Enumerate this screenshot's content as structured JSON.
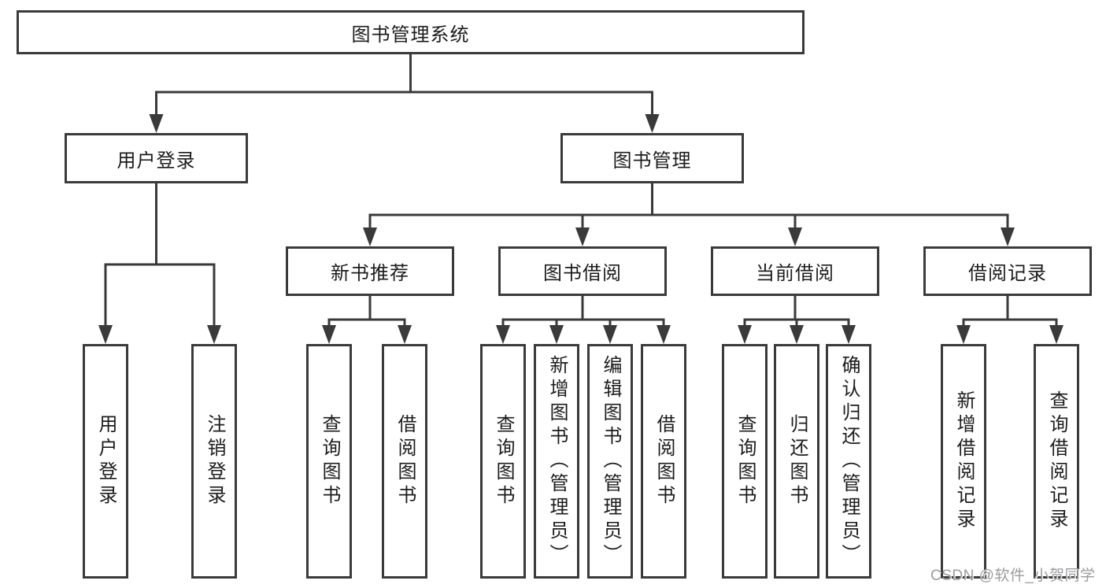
{
  "diagram": {
    "title": "图书管理系统",
    "tree": {
      "label": "图书管理系统",
      "children": [
        {
          "label": "用户登录",
          "children": [
            {
              "label": "用户登录"
            },
            {
              "label": "注销登录"
            }
          ]
        },
        {
          "label": "图书管理",
          "children": [
            {
              "label": "新书推荐",
              "children": [
                {
                  "label": "查询图书"
                },
                {
                  "label": "借阅图书"
                }
              ]
            },
            {
              "label": "图书借阅",
              "children": [
                {
                  "label": "查询图书"
                },
                {
                  "label": "新增图书（管理员）"
                },
                {
                  "label": "编辑图书（管理员）"
                },
                {
                  "label": "借阅图书"
                }
              ]
            },
            {
              "label": "当前借阅",
              "children": [
                {
                  "label": "查询图书"
                },
                {
                  "label": "归还图书"
                },
                {
                  "label": "确认归还（管理员）"
                }
              ]
            },
            {
              "label": "借阅记录",
              "children": [
                {
                  "label": "新增借阅记录"
                },
                {
                  "label": "查询借阅记录"
                }
              ]
            }
          ]
        }
      ]
    },
    "watermark": "CSDN @软件_小贺同学",
    "colors": {
      "line": "#3a3a3a",
      "text": "#1c1c1c",
      "background": "#ffffff",
      "watermark": "#9c9ca1"
    }
  }
}
